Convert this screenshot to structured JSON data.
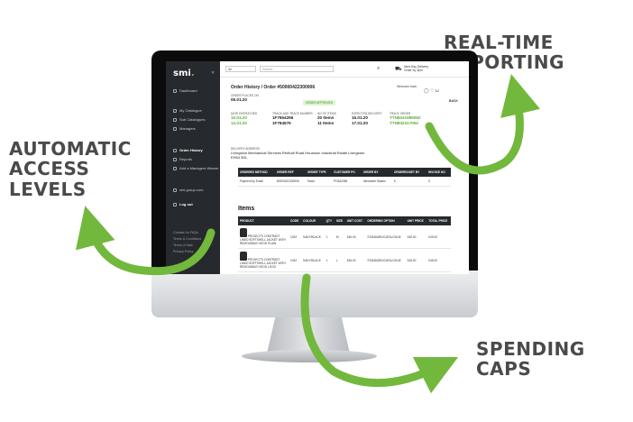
{
  "callouts": {
    "real_time": [
      "REAL-TIME",
      "REPORTING"
    ],
    "automatic": [
      "AUTOMATIC",
      "ACCESS",
      "LEVELS"
    ],
    "spending": [
      "SPENDING",
      "CAPS"
    ]
  },
  "colors": {
    "accent_green": "#72b83d",
    "sidebar": "#26292d",
    "callout_text": "#4a4a4a"
  },
  "app": {
    "logo": "smi",
    "sidebar": {
      "items": [
        {
          "label": "Dashboard",
          "icon": "dashboard-icon"
        },
        {
          "label": "My Catalogue",
          "icon": "catalogue-icon"
        },
        {
          "label": "Sub Catalogues",
          "icon": "sub-catalogue-icon"
        },
        {
          "label": "Managers",
          "icon": "managers-icon"
        },
        {
          "label": "Order History",
          "icon": "history-icon"
        },
        {
          "label": "Reports",
          "icon": "reports-icon"
        },
        {
          "label": "Add a Managers Wearer",
          "icon": "add-icon"
        },
        {
          "label": "smi-group.com",
          "icon": "globe-icon"
        },
        {
          "label": "Log out",
          "icon": "logout-icon"
        }
      ],
      "footer": [
        "Contact Us FAQs",
        "Terms & Conditions",
        "Terms of Sale",
        "Privacy Policy"
      ]
    },
    "topbar": {
      "select_value": "All",
      "search_placeholder": "Search",
      "delivery_line1": "Next Day Delivery",
      "delivery_line2": "Order by 3pm"
    },
    "breadcrumb": "Order History / Order #50000422300006",
    "welcome": "Welcome back",
    "back": "BACK",
    "fields": {
      "order_placed_label": "ORDER PLACED ON",
      "order_placed": "05.01.20",
      "status": "ORDER APPROVED",
      "date_dispatched_label": "DATE DISPATCHED",
      "date_dispatched": [
        "10.01.20",
        "14.01.20"
      ],
      "tracking_label": "TRACK AND TRACE NUMBER",
      "tracking": [
        "1F7854296",
        "1F784576"
      ],
      "items_label": "NO OF ITEMS",
      "items": [
        "20 Items",
        "11 Items"
      ],
      "expected_label": "EXPECTED DELIVERY",
      "expected": [
        "15.01.20",
        "17.01.20"
      ],
      "track_label": "TRACK ORDER",
      "track": [
        "TTN8241989052",
        "TTN832417052"
      ]
    },
    "address": {
      "label": "DELIVERY ADDRESS",
      "value": "Livingston Mechanical Services Redhall Road Houstoun Industrial Estate Livingston EH54 5DL"
    },
    "order_table": {
      "headers": [
        "ORDERED METHOD",
        "ORDER REF",
        "ORDER TYPE",
        "CUSTOMER PO",
        "ORDER BY",
        "ORDERED/SET BY",
        "INVOICE NO"
      ],
      "row": [
        "Payment by Email",
        "50000422300006",
        "Stock",
        "PO642365",
        "Alexander Stakes",
        "6",
        "6"
      ]
    },
    "items_heading": "Items",
    "items_table": {
      "headers": [
        "PRODUCT",
        "CODE",
        "COLOUR",
        "QTY",
        "SIZE",
        "UNIT COST",
        "ORDERING OPTION",
        "UNIT PRICE",
        "TOTAL PRICE"
      ],
      "rows": [
        [
          "PROJECTS CONTRAST LINED SOFTSHELL JACKET WITH REMOVABLE HOOD PLAIN",
          "1032",
          "NAVY/BLACK",
          "1",
          "M",
          "£45.00",
          "STANDARD/CATALOGUE",
          "£45.00",
          "£45.00"
        ],
        [
          "PROJECTS CONTRAST LINED SOFTSHELL JACKET WITH REMOVABLE HOOD LOGO",
          "1032",
          "NAVY/BLACK",
          "1",
          "L",
          "£45.00",
          "STANDARD/CATALOGUE",
          "£45.00",
          "£45.00"
        ]
      ]
    }
  }
}
